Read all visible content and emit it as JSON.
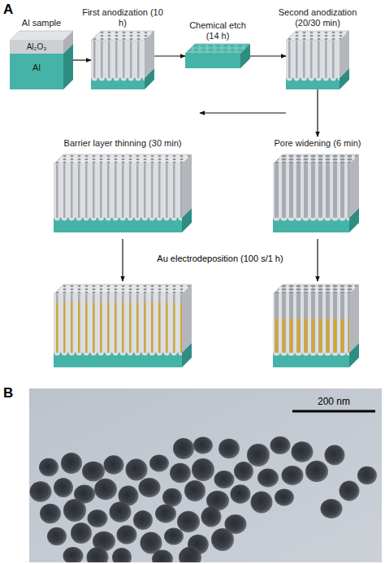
{
  "diagram": {
    "nodes": [
      {
        "text": [
          "Al sample",
          "Al₂O₃",
          "Al"
        ]
      },
      {
        "text": [
          "First anodization (10 h)"
        ]
      },
      {
        "text": [
          "Chemical etch (14 h)"
        ]
      },
      {
        "text": [
          "Second anodization (20/30 min)"
        ]
      },
      {
        "text": [
          "Barrier layer thinning (30 min)"
        ]
      },
      {
        "text": [
          "Pore widening (6 min)"
        ]
      }
    ],
    "edges": [
      {
        "from": 0,
        "to": 1,
        "arrow": "to"
      },
      {
        "from": 1,
        "to": 2,
        "arrow": "to"
      },
      {
        "from": 2,
        "to": 3,
        "arrow": "to"
      },
      {
        "from": 3,
        "to": 4,
        "arrow": "to"
      },
      {
        "from": 3,
        "to": 5,
        "arrow": "to"
      }
    ],
    "labels": [
      "A",
      "Au electrodeposition (100 s/1 h)",
      "B",
      "200 nm"
    ]
  }
}
